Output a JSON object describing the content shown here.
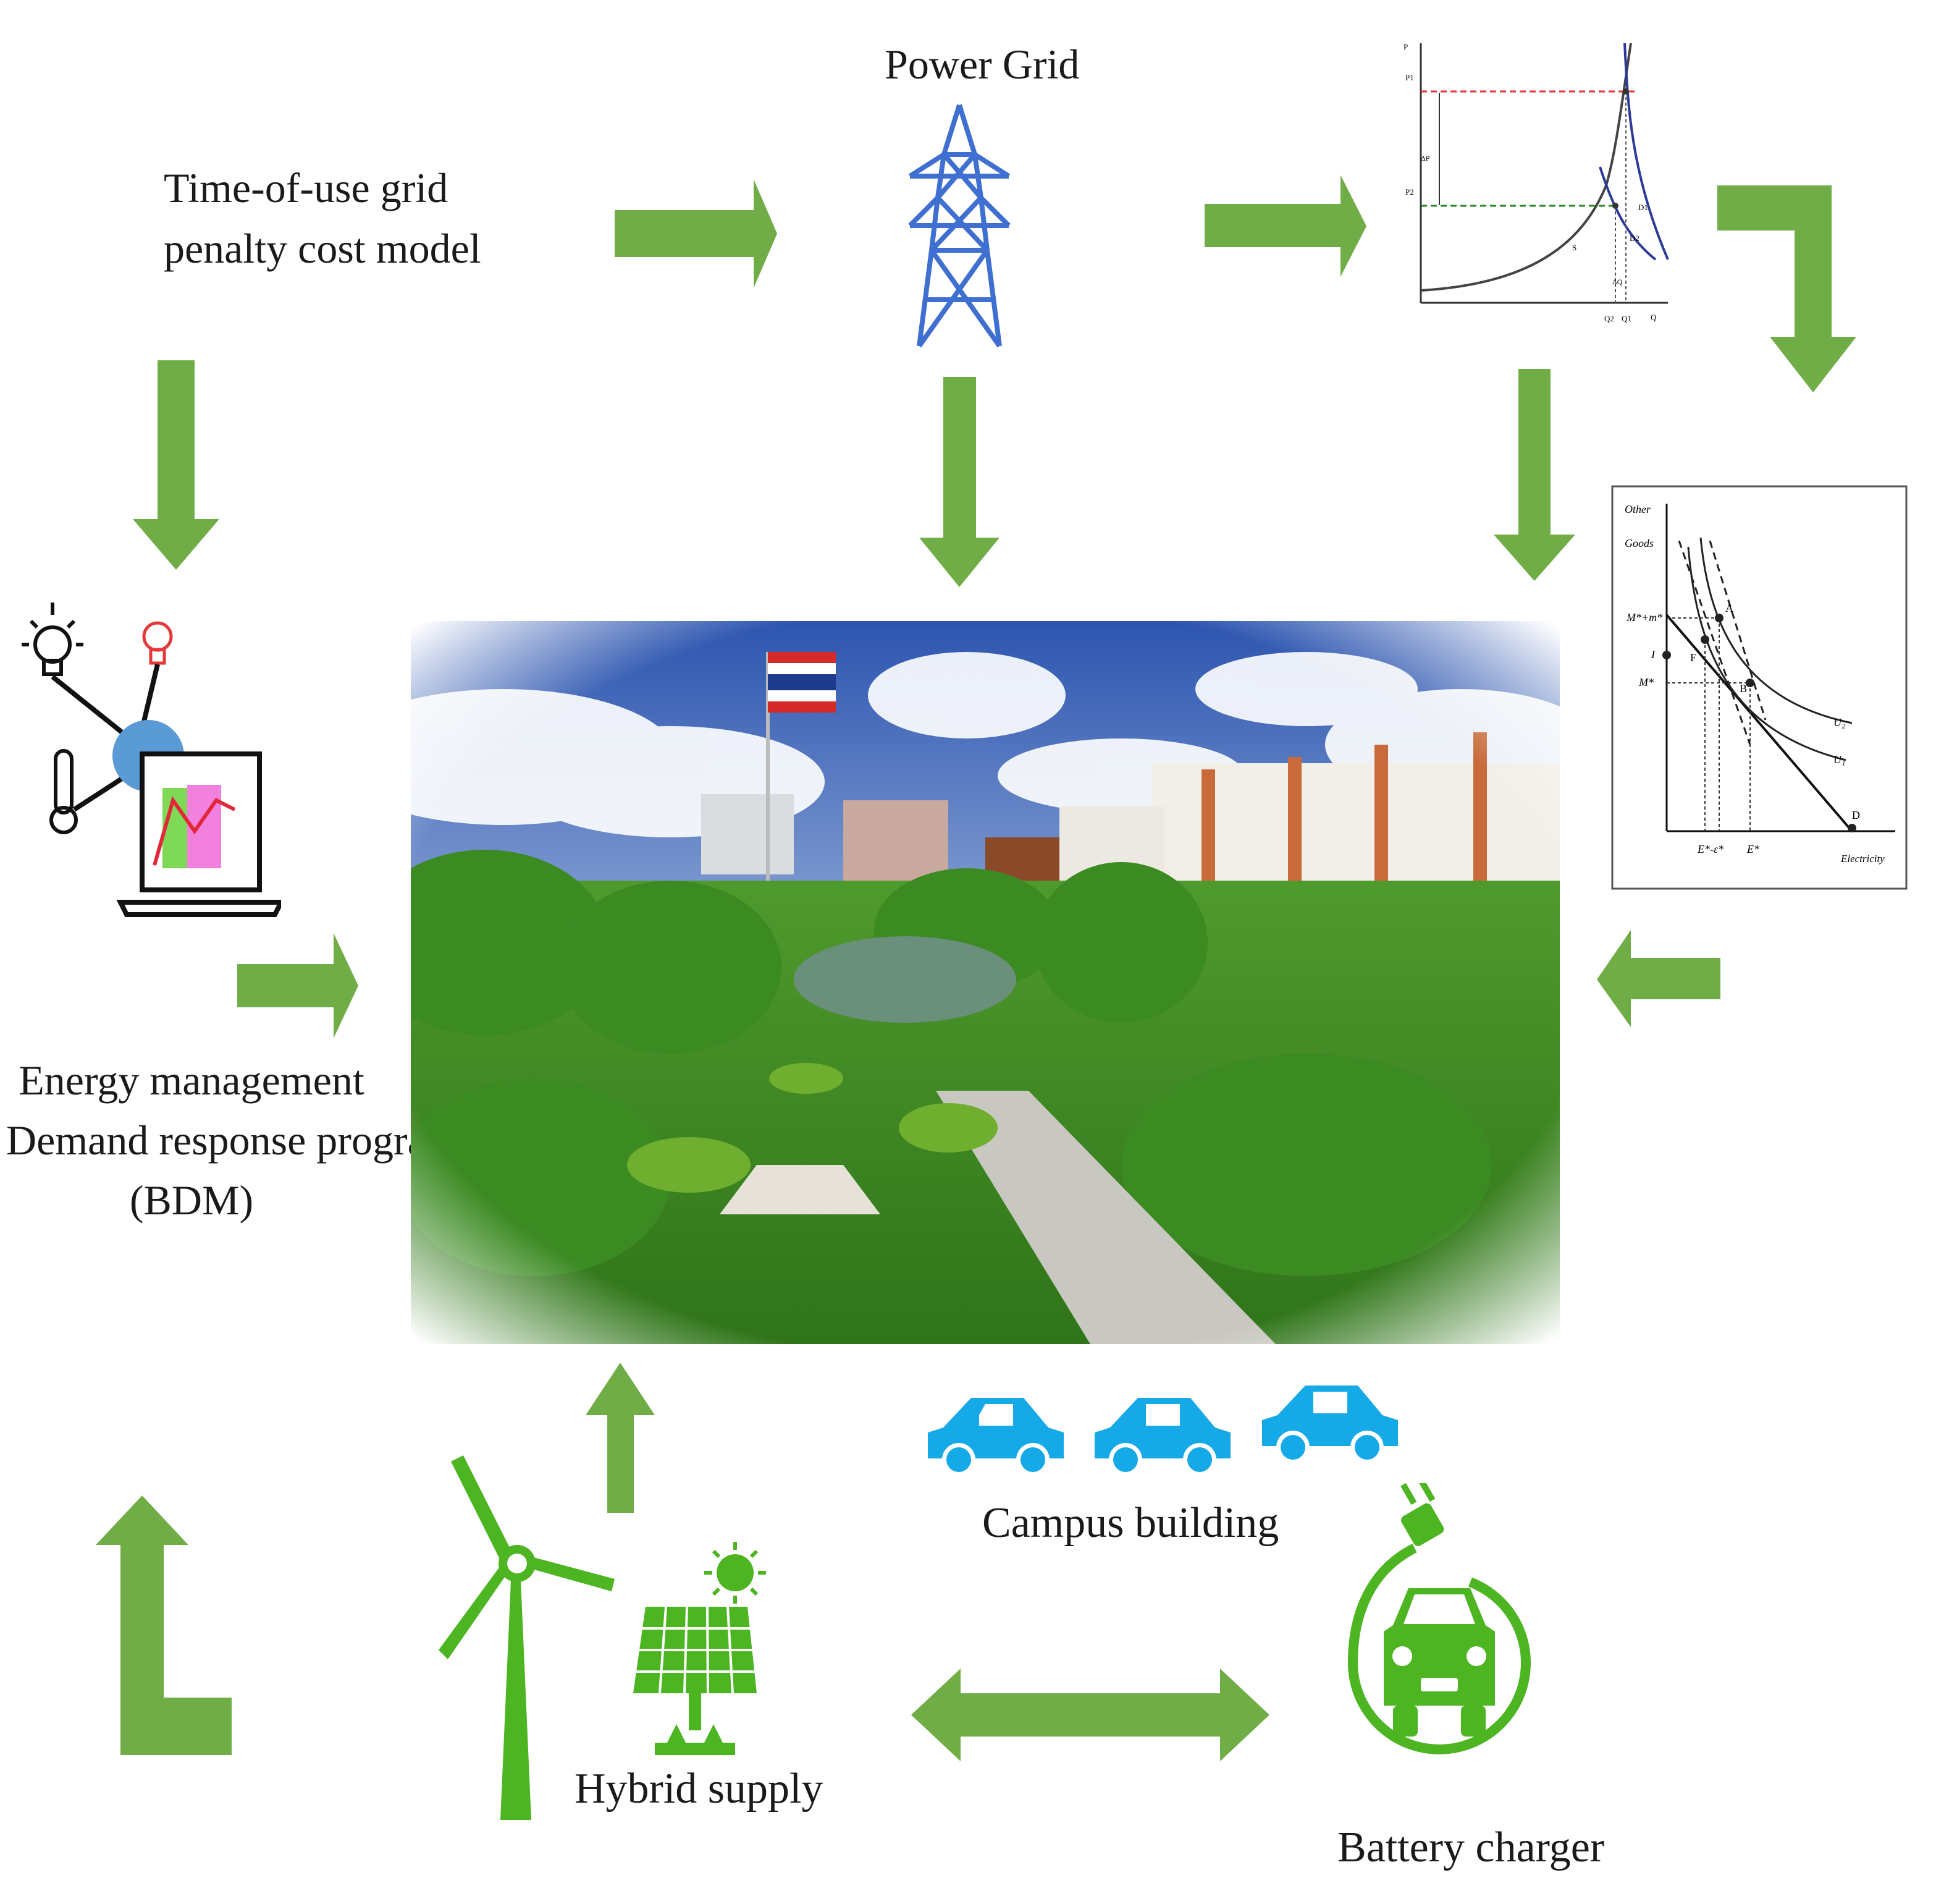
{
  "colors": {
    "arrow": "#70ad47",
    "renewable": "#4cb521",
    "grid_tower": "#3f6fd0",
    "car": "#16a9e8",
    "ev_charger": "#4cb521",
    "supply_curve": "#444444",
    "demand_curve": "#2b3a9a",
    "p1_line": "#e8303a",
    "p2_line": "#2a8a2a"
  },
  "labels": {
    "penalty_model_line1": "Time-of-use grid",
    "penalty_model_line2": "penalty cost model",
    "power_grid": "Power Grid",
    "energy_mgmt_line1": "Energy management",
    "energy_mgmt_line2": "Demand response program",
    "energy_mgmt_line3": "(BDM)",
    "campus_building": "Campus building",
    "hybrid_supply": "Hybrid supply",
    "battery_charger": "Battery charger"
  },
  "icons": {
    "power_grid": "transmission-tower-icon",
    "energy_mgmt": "smart-home-laptop-icon",
    "cars": "car-icon",
    "wind": "wind-turbine-icon",
    "solar": "solar-panel-icon",
    "ev": "ev-charger-icon",
    "campus": "campus-photo"
  },
  "supply_demand_plot": {
    "y_axis": "P",
    "x_axis": "Q",
    "p1": "P1",
    "p2": "P2",
    "delta_p": "ΔP",
    "delta_q": "ΔQ",
    "supply": "S",
    "demand1": "D1",
    "demand2": "D2",
    "q1": "Q1",
    "q2": "Q2"
  },
  "indifference_plot": {
    "y_axis_line1": "Other",
    "y_axis_line2": "Goods",
    "x_axis": "Electricity",
    "m_plus": "M*+m*",
    "i_label": "I",
    "m_star": "M*",
    "u2": "U₂",
    "u1": "U₁",
    "point_a": "A",
    "point_f": "F",
    "point_b": "B",
    "point_d": "D",
    "e_minus": "E*-ε*",
    "e_star": "E*"
  }
}
